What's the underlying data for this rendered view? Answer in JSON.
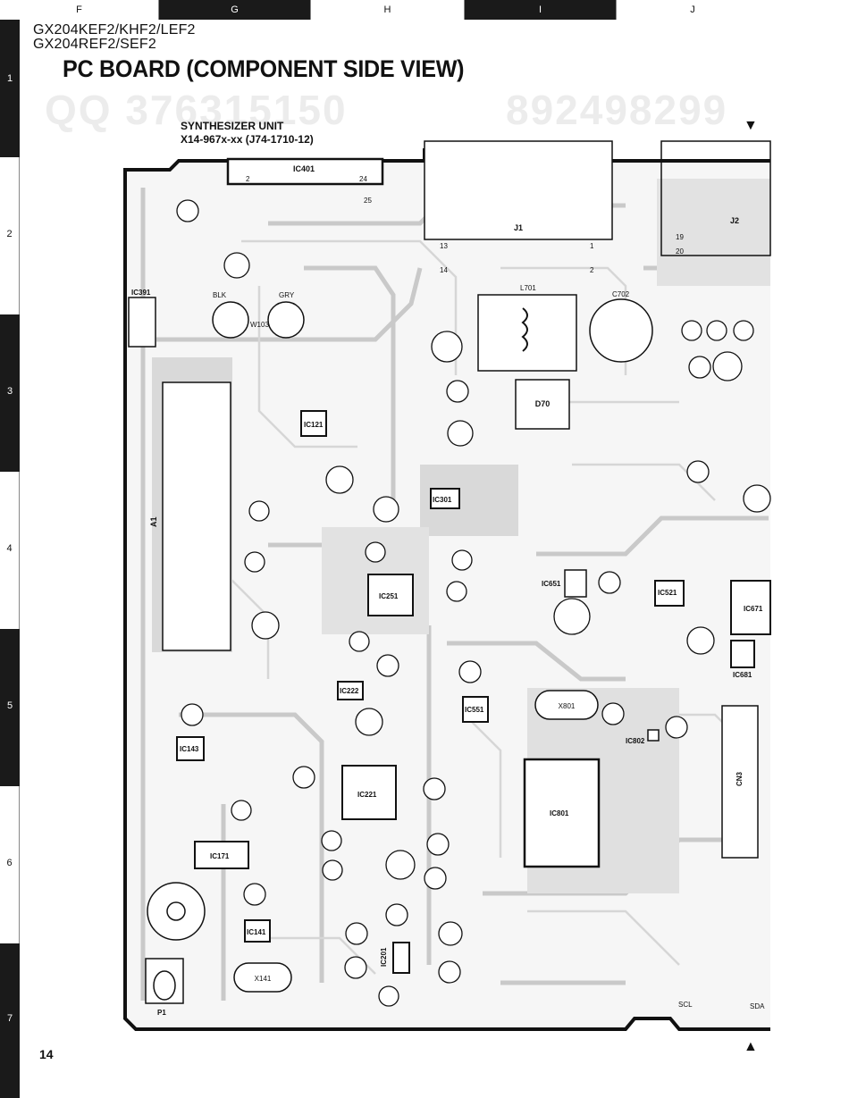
{
  "columns": [
    {
      "label": "F",
      "style": "light"
    },
    {
      "label": "G",
      "style": "dark"
    },
    {
      "label": "H",
      "style": "light"
    },
    {
      "label": "I",
      "style": "dark"
    },
    {
      "label": "J",
      "style": "light"
    }
  ],
  "rows": [
    {
      "label": "1",
      "style": "dark"
    },
    {
      "label": "2",
      "style": "light"
    },
    {
      "label": "3",
      "style": "dark"
    },
    {
      "label": "4",
      "style": "light"
    },
    {
      "label": "5",
      "style": "dark"
    },
    {
      "label": "6",
      "style": "light"
    },
    {
      "label": "7",
      "style": "dark"
    }
  ],
  "header": {
    "model_line_1": "GX204KEF2/KHF2/LEF2",
    "model_line_2": "GX204REF2/SEF2",
    "title": "PC BOARD (COMPONENT SIDE VIEW)"
  },
  "unit": {
    "name": "SYNTHESIZER UNIT",
    "part_number": "X14-967x-xx (J74-1710-12)"
  },
  "watermarks": {
    "top_left": "QQ 376315150",
    "top_right": "892498299"
  },
  "page_number": "14",
  "arrows": {
    "top": "▼",
    "bottom": "▲"
  },
  "components": {
    "ics": [
      "IC401",
      "IC391",
      "IC121",
      "IC301",
      "IC251",
      "IC651",
      "IC521",
      "IC671",
      "IC681",
      "IC222",
      "IC551",
      "IC143",
      "IC221",
      "IC802",
      "IC801",
      "IC171",
      "IC141",
      "IC201"
    ],
    "connectors": [
      "J1",
      "J2",
      "CN3",
      "A1",
      "P1"
    ],
    "misc": [
      "D70",
      "L701",
      "X801",
      "X141",
      "W103",
      "C702",
      "BLK",
      "GRY",
      "SCL",
      "SDA"
    ],
    "pins": {
      "ic401": [
        "2",
        "24",
        "25"
      ],
      "j1": [
        "13",
        "1",
        "14",
        "2"
      ],
      "j2": [
        "19",
        "20"
      ]
    }
  }
}
